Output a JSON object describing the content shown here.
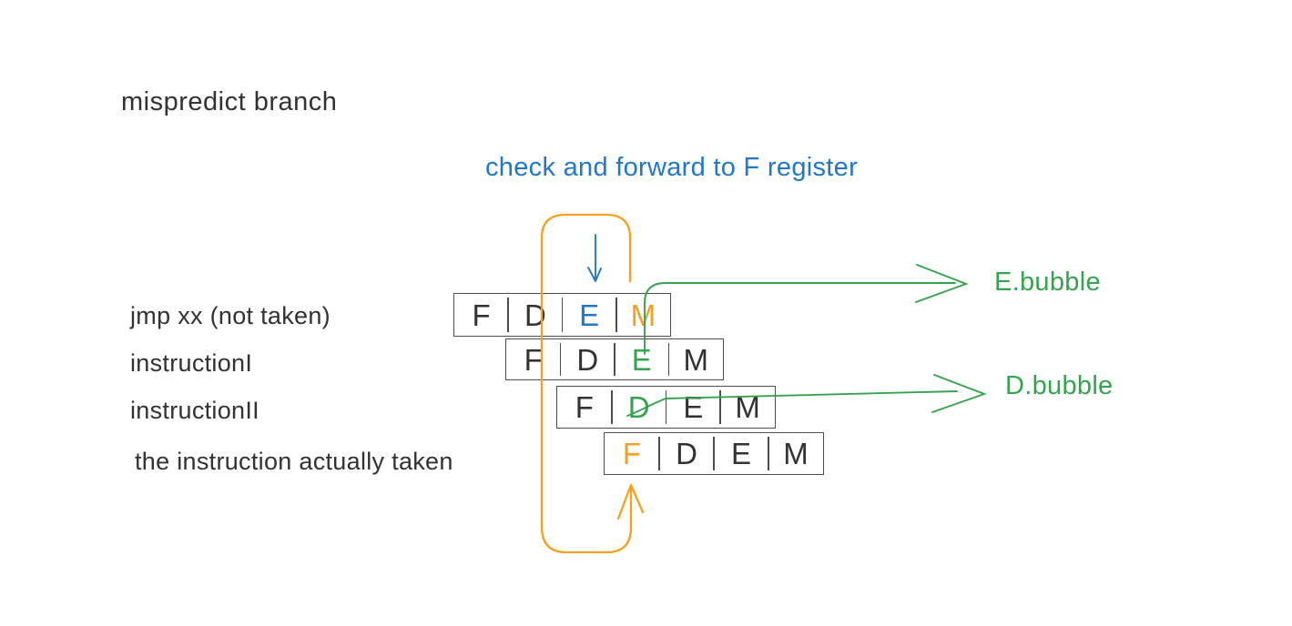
{
  "page": {
    "title": "mispredict branch",
    "annotation": "check and forward to F register"
  },
  "pipeline": {
    "stage_letters": [
      "F",
      "D",
      "E",
      "M"
    ],
    "rows": [
      {
        "label": "jmp xx (not taken)",
        "stages": [
          {
            "letter": "F",
            "color": "dark"
          },
          {
            "letter": "D",
            "color": "dark"
          },
          {
            "letter": "E",
            "color": "blue"
          },
          {
            "letter": "M",
            "color": "orange"
          }
        ]
      },
      {
        "label": "instructionI",
        "stages": [
          {
            "letter": "F",
            "color": "dark"
          },
          {
            "letter": "D",
            "color": "dark"
          },
          {
            "letter": "E",
            "color": "green"
          },
          {
            "letter": "M",
            "color": "dark"
          }
        ]
      },
      {
        "label": "instructionII",
        "stages": [
          {
            "letter": "F",
            "color": "dark"
          },
          {
            "letter": "D",
            "color": "green"
          },
          {
            "letter": "E",
            "color": "dark"
          },
          {
            "letter": "M",
            "color": "dark"
          }
        ]
      },
      {
        "label": "the instruction actually taken",
        "stages": [
          {
            "letter": "F",
            "color": "orange"
          },
          {
            "letter": "D",
            "color": "dark"
          },
          {
            "letter": "E",
            "color": "dark"
          },
          {
            "letter": "M",
            "color": "dark"
          }
        ]
      }
    ]
  },
  "bubbles": [
    {
      "label": "E.bubble"
    },
    {
      "label": "D.bubble"
    }
  ],
  "colors": {
    "dark": "#323232",
    "blue": "#2178c8",
    "green": "#35a34f",
    "orange": "#f5a01f",
    "box_border": "#4d4d4d"
  }
}
